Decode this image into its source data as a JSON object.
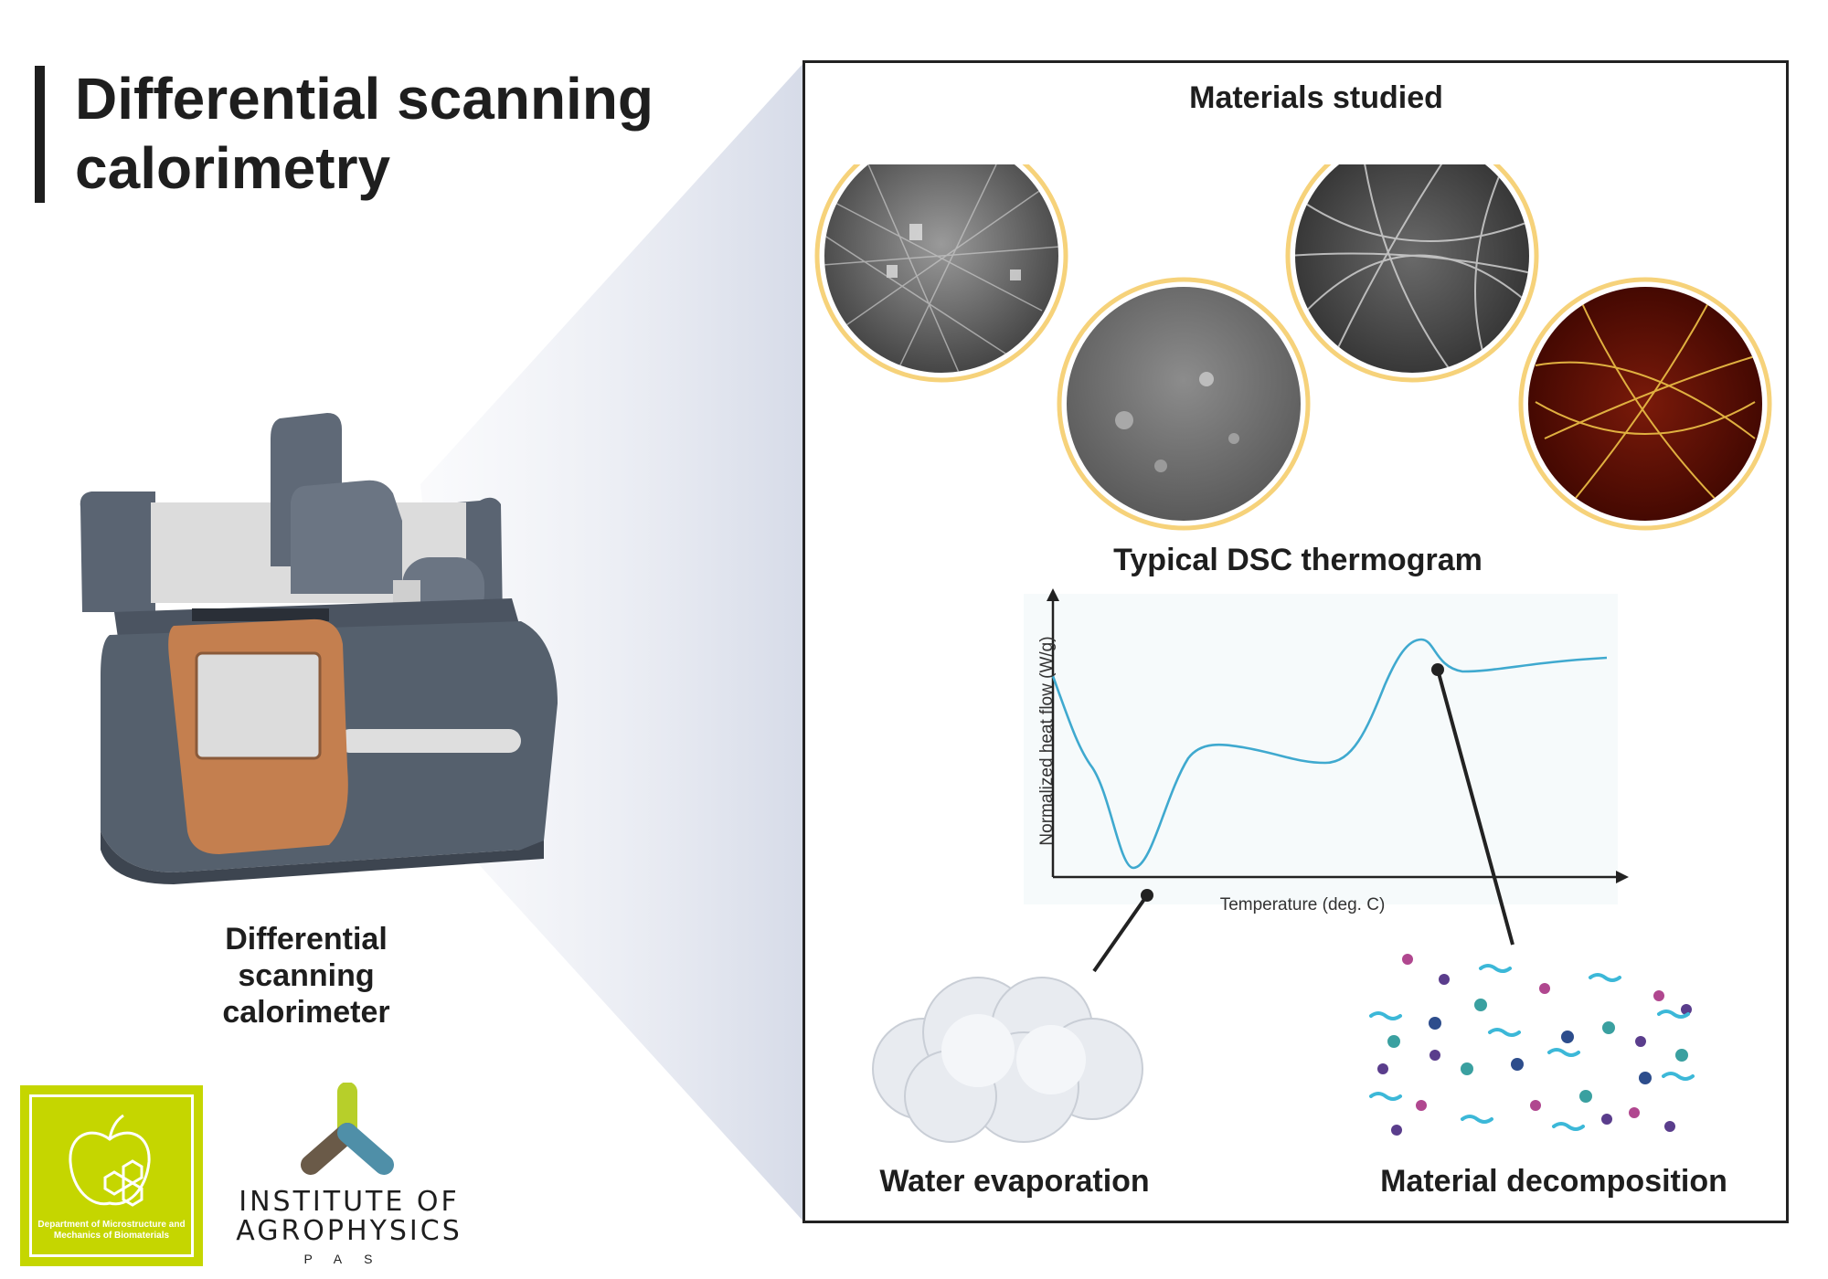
{
  "title": "Differential scanning calorimetry",
  "instrument_caption": "Differential scanning calorimeter",
  "panel": {
    "materials_heading": "Materials studied",
    "thermogram_heading": "Typical DSC thermogram",
    "water_label": "Water evaporation",
    "decomposition_label": "Material decomposition"
  },
  "chart": {
    "xlabel": "Temperature (deg. C)",
    "ylabel": "Normalized heat flow (W/g)",
    "line_color": "#3fa9cf"
  },
  "logos": {
    "department_text": "Department of Microstructure and Mechanics of Biomaterials",
    "institute_name": "INSTITUTE OF AGROPHYSICS",
    "institute_sub": "PAS"
  },
  "colors": {
    "accent_ring": "#f6d27a",
    "logo_green": "#c5d600",
    "instrument_body": "#56606e",
    "instrument_panel": "#c47f4f"
  }
}
